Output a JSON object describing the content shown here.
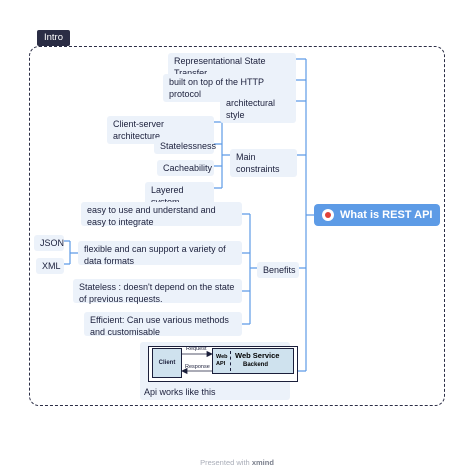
{
  "frame": {
    "tag": "Intro"
  },
  "root": {
    "title": "What is  REST API"
  },
  "intro_items": [
    "Representational State Transfer",
    "built on top of the HTTP protocol",
    "architectural style"
  ],
  "main_constraints": {
    "label": "Main constraints",
    "items": [
      "Client-server architecture",
      "Statelessness",
      "Cacheability",
      "Layered system"
    ]
  },
  "benefits": {
    "label": "Benefits",
    "items": [
      "easy to use and understand and easy to integrate",
      "flexible and can support a variety of data formats",
      "Stateless :  doesn't depend on the state of previous requests.",
      "Efficient: Can use various methods and customisable"
    ],
    "formats": [
      "JSON",
      "XML"
    ]
  },
  "api_diagram": {
    "client": "Client",
    "web_api": "Web API",
    "web_service": "Web Service",
    "backend": "Backend",
    "request": "Request",
    "response": "Response",
    "caption": "Api works like this"
  },
  "footer": {
    "prefix": "Presented with",
    "brand": "xmind"
  },
  "colors": {
    "line": "#5d9be6",
    "root": "#5d9be6",
    "frame": "#2b2d45",
    "node_bg": "#ecf2fa"
  }
}
